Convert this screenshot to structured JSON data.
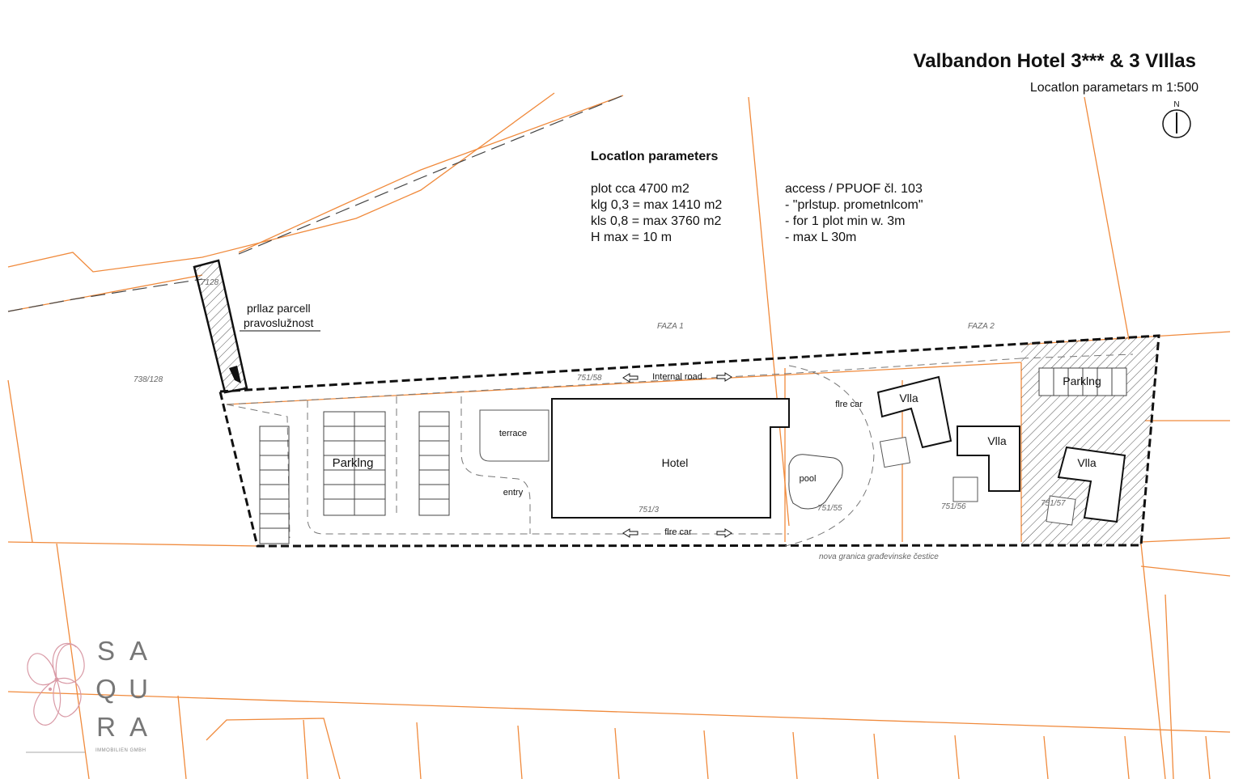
{
  "title": "Valbandon Hotel 3*** & 3 VIllas",
  "subtitle": "Locatlon parametars m 1:500",
  "north_label": "N",
  "parameters": {
    "heading": "Locatlon parameters",
    "lines": [
      "plot cca 4700 m2",
      "klg 0,3 = max 1410 m2",
      "kls 0,8 = max 3760 m2",
      "H max = 10 m"
    ]
  },
  "access": {
    "lines": [
      "access / PPUOF čl. 103",
      "- \"prlstup. prometnlcom\"",
      "-  for 1 plot min w. 3m",
      "-  max L 30m"
    ]
  },
  "plan_labels": {
    "approach_line1": "prllaz parcell",
    "approach_line2": "pravoslužnost",
    "parcel_738": "738/128",
    "parcel_7128": "7128",
    "faza1": "FAZA 1",
    "faza2": "FAZA 2",
    "parcel_751_58": "751/58",
    "internal_road": "Internal road",
    "fire_car_top": "flre car",
    "fire_car_bottom": "flre car",
    "terrace": "terrace",
    "entry": "entry",
    "parking_main": "Parklng",
    "parking_right": "Parklng",
    "hotel": "Hotel",
    "pool": "pool",
    "parcel_751_3": "751/3",
    "parcel_751_55": "751/55",
    "parcel_751_56": "751/56",
    "parcel_751_57": "751/57",
    "villa1": "Vlla",
    "villa2": "Vlla",
    "villa3": "Vlla",
    "new_boundary": "nova granica građevinske čestice"
  },
  "logo": {
    "letters": [
      [
        "S",
        "A"
      ],
      [
        "Q",
        "U"
      ],
      [
        "R",
        "A"
      ]
    ],
    "subtext": "IMMOBILIEN GMBH"
  },
  "colors": {
    "cadastre": "#f08a3c",
    "ink": "#111111",
    "logo_pink": "#d99aa6",
    "logo_grey": "#777777"
  }
}
